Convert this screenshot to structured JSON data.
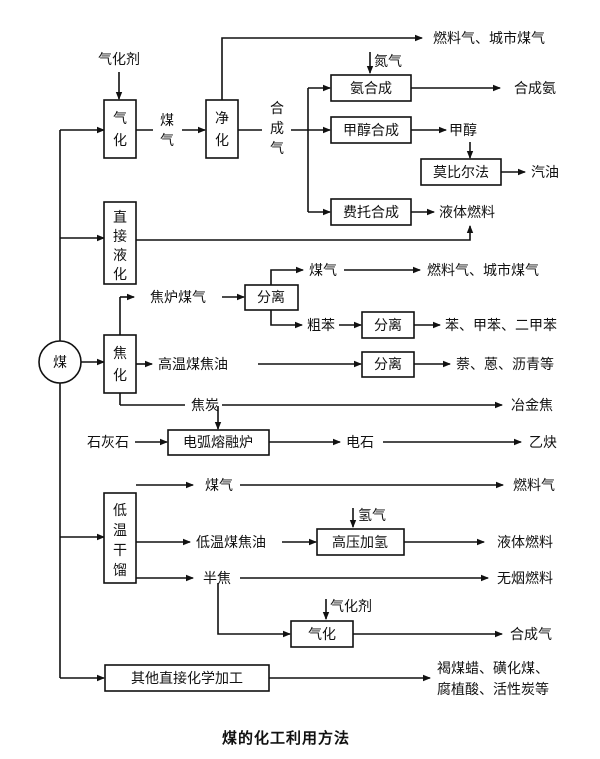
{
  "caption": "煤的化工利用方法",
  "coal": "煤",
  "gasification": {
    "agent": "气化剂",
    "box": [
      "气",
      "化"
    ],
    "gas": [
      "煤",
      "气"
    ],
    "purify": [
      "净",
      "化"
    ],
    "syngas": [
      "合",
      "成",
      "气"
    ],
    "fuel_gas": "燃料气、城市煤气",
    "nitrogen": "氮气",
    "ammonia_synth": "氨合成",
    "ammonia_product": "合成氨",
    "methanol_synth": "甲醇合成",
    "methanol": "甲醇",
    "mobil": "莫比尔法",
    "gasoline": "汽油",
    "ft_synth": "费托合成",
    "liquid_fuel": "液体燃料"
  },
  "liquefaction": {
    "box": [
      "直",
      "接",
      "液",
      "化"
    ]
  },
  "coking": {
    "box": [
      "焦",
      "化"
    ],
    "oven_gas": "焦炉煤气",
    "separate1": "分离",
    "gas": "煤气",
    "fuel_gas": "燃料气、城市煤气",
    "crude_benzene": "粗苯",
    "separate2": "分离",
    "benzene_products": "苯、甲苯、二甲苯",
    "tar": "高温煤焦油",
    "separate3": "分离",
    "tar_products": "萘、蒽、沥青等",
    "coke": "焦炭",
    "met_coke": "冶金焦",
    "limestone": "石灰石",
    "furnace": "电弧熔融炉",
    "carbide": "电石",
    "acetylene": "乙炔"
  },
  "lowtemp": {
    "box": [
      "低",
      "温",
      "干",
      "馏"
    ],
    "gas": "煤气",
    "fuel_gas": "燃料气",
    "tar": "低温煤焦油",
    "hydrogen": "氢气",
    "hydrogenation": "高压加氢",
    "liquid_fuel": "液体燃料",
    "semicoke": "半焦",
    "smokeless": "无烟燃料",
    "agent": "气化剂",
    "gasify": "气化",
    "syngas": "合成气"
  },
  "other": {
    "box": "其他直接化学加工",
    "products_1": "褐煤蜡、磺化煤、",
    "products_2": "腐植酸、活性炭等"
  }
}
